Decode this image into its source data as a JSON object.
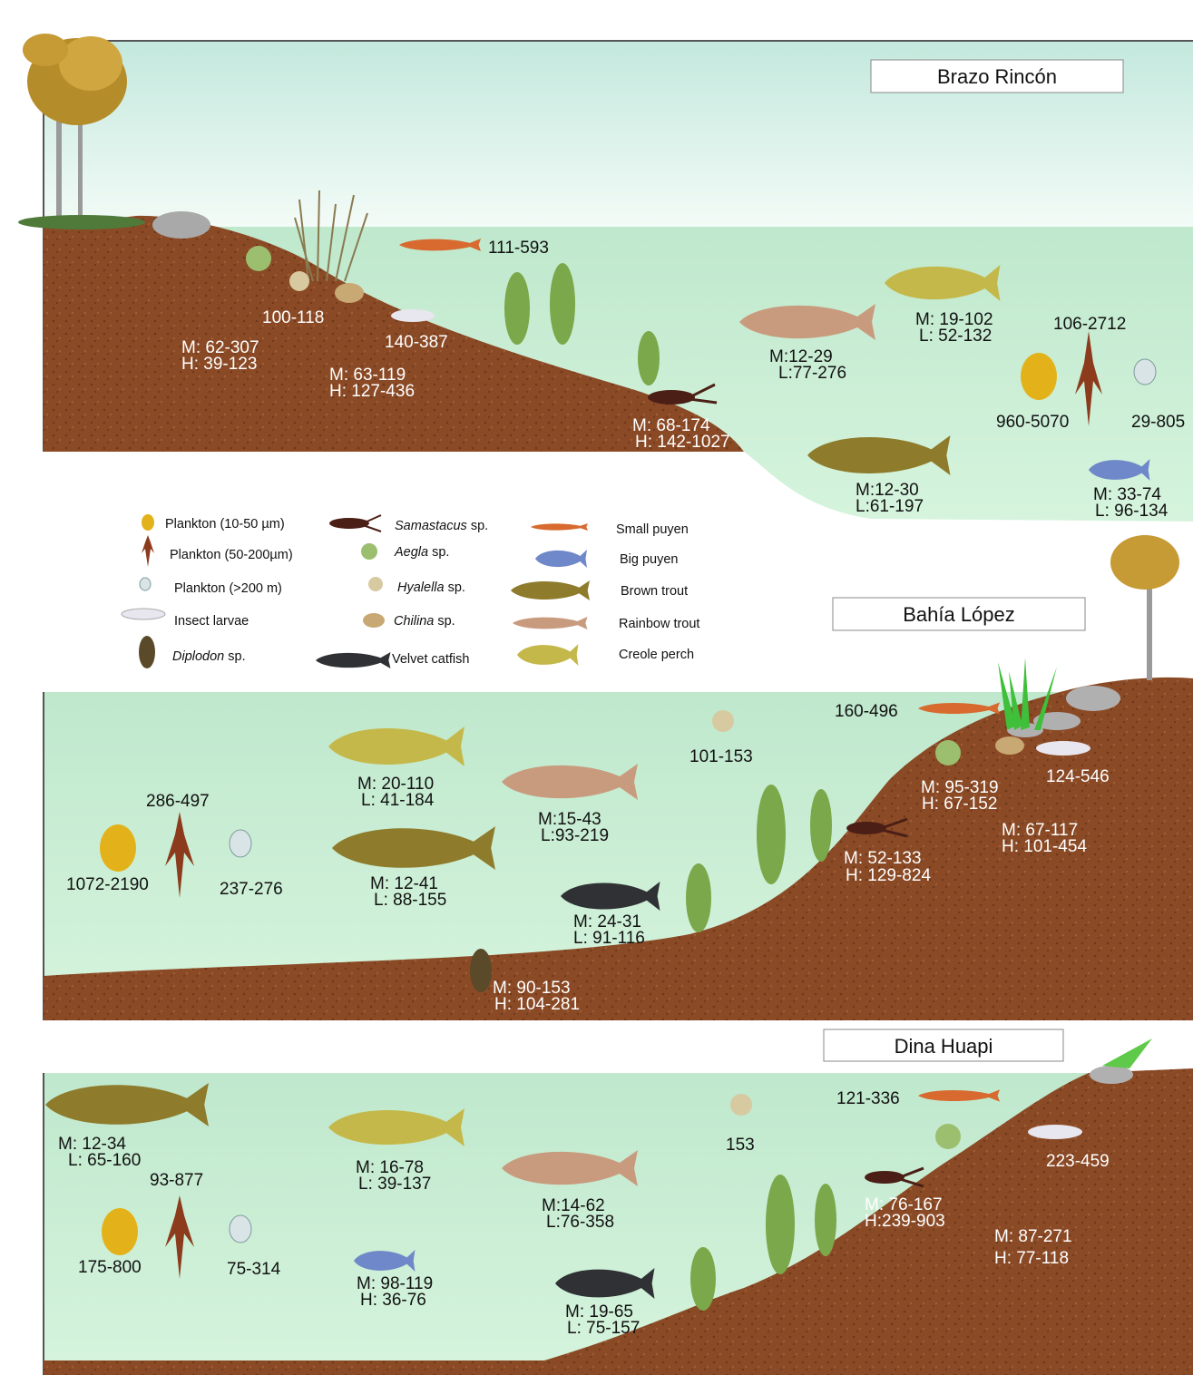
{
  "colors": {
    "water_top": "#c7ebd6",
    "water": "#c9f1cf",
    "soil": "#8b4a26",
    "soil_dark": "#6e3618",
    "sky": "#f2fbf8",
    "title_box": "#ffffff"
  },
  "panels": [
    {
      "title": "Brazo Rincón",
      "labels": [
        {
          "key": "small_puyen",
          "text": "111-593"
        },
        {
          "key": "aegla",
          "text": "100-118"
        },
        {
          "key": "aegla_mh1",
          "text": "M: 62-307"
        },
        {
          "key": "aegla_mh2",
          "text": "H: 39-123"
        },
        {
          "key": "larvae",
          "text": "140-387"
        },
        {
          "key": "chilina1",
          "text": "M: 63-119"
        },
        {
          "key": "chilina2",
          "text": "H: 127-436"
        },
        {
          "key": "samastacus1",
          "text": "M: 68-174"
        },
        {
          "key": "samastacus2",
          "text": "H: 142-1027"
        },
        {
          "key": "rainbow1",
          "text": "M:12-29"
        },
        {
          "key": "rainbow2",
          "text": "L:77-276"
        },
        {
          "key": "perch1",
          "text": "M: 19-102"
        },
        {
          "key": "perch2",
          "text": "L: 52-132"
        },
        {
          "key": "plk_mid",
          "text": "106-2712"
        },
        {
          "key": "plk_small",
          "text": "960-5070"
        },
        {
          "key": "plk_large",
          "text": "29-805"
        },
        {
          "key": "brown1",
          "text": "M:12-30"
        },
        {
          "key": "brown2",
          "text": "L:61-197"
        },
        {
          "key": "bigpuyen1",
          "text": "M: 33-74"
        },
        {
          "key": "bigpuyen2",
          "text": "L: 96-134"
        }
      ]
    },
    {
      "title": "Bahía López",
      "labels": [
        {
          "key": "small_puyen",
          "text": "160-496"
        },
        {
          "key": "hyalella",
          "text": "101-153"
        },
        {
          "key": "larvae",
          "text": "124-546"
        },
        {
          "key": "aegla1",
          "text": "M: 95-319"
        },
        {
          "key": "aegla2",
          "text": "H: 67-152"
        },
        {
          "key": "chilina1",
          "text": "M: 67-117"
        },
        {
          "key": "chilina2",
          "text": "H: 101-454"
        },
        {
          "key": "samastacus1",
          "text": "M: 52-133"
        },
        {
          "key": "samastacus2",
          "text": "H: 129-824"
        },
        {
          "key": "perch1",
          "text": "M: 20-110"
        },
        {
          "key": "perch2",
          "text": "L: 41-184"
        },
        {
          "key": "rainbow1",
          "text": "M:15-43"
        },
        {
          "key": "rainbow2",
          "text": "L:93-219"
        },
        {
          "key": "plk_mid",
          "text": "286-497"
        },
        {
          "key": "plk_small",
          "text": "1072-2190"
        },
        {
          "key": "plk_large",
          "text": "237-276"
        },
        {
          "key": "brown1",
          "text": "M: 12-41"
        },
        {
          "key": "brown2",
          "text": "L: 88-155"
        },
        {
          "key": "catfish1",
          "text": "M: 24-31"
        },
        {
          "key": "catfish2",
          "text": "L: 91-116"
        },
        {
          "key": "diplodon1",
          "text": "M: 90-153"
        },
        {
          "key": "diplodon2",
          "text": "H: 104-281"
        }
      ]
    },
    {
      "title": "Dina Huapi",
      "labels": [
        {
          "key": "small_puyen",
          "text": "121-336"
        },
        {
          "key": "hyalella",
          "text": "153"
        },
        {
          "key": "larvae",
          "text": "223-459"
        },
        {
          "key": "brown1",
          "text": "M: 12-34"
        },
        {
          "key": "brown2",
          "text": "L: 65-160"
        },
        {
          "key": "plk_mid",
          "text": "93-877"
        },
        {
          "key": "plk_small",
          "text": "175-800"
        },
        {
          "key": "plk_large",
          "text": "75-314"
        },
        {
          "key": "perch1",
          "text": "M: 16-78"
        },
        {
          "key": "perch2",
          "text": "L: 39-137"
        },
        {
          "key": "rainbow1",
          "text": "M:14-62"
        },
        {
          "key": "rainbow2",
          "text": "L:76-358"
        },
        {
          "key": "samastacus1",
          "text": "M: 76-167"
        },
        {
          "key": "samastacus2",
          "text": "H:239-903"
        },
        {
          "key": "chilina1",
          "text": "M: 87-271"
        },
        {
          "key": "chilina2",
          "text": "H: 77-118"
        },
        {
          "key": "bigpuyen1",
          "text": "M: 98-119"
        },
        {
          "key": "bigpuyen2",
          "text": "H: 36-76"
        },
        {
          "key": "catfish1",
          "text": "M: 19-65"
        },
        {
          "key": "catfish2",
          "text": "L: 75-157"
        }
      ]
    }
  ],
  "legend": [
    {
      "label": "Plankton (10-50 µm)",
      "italic": "",
      "suffix": ""
    },
    {
      "label": "Plankton (50-200µm)",
      "italic": "",
      "suffix": ""
    },
    {
      "label": "Plankton (>200 m)",
      "italic": "",
      "suffix": ""
    },
    {
      "label": "Insect larvae",
      "italic": "",
      "suffix": ""
    },
    {
      "label": "",
      "italic": "Diplodon",
      "suffix": " sp."
    },
    {
      "label": "",
      "italic": "Samastacus",
      "suffix": " sp."
    },
    {
      "label": "",
      "italic": "Aegla",
      "suffix": " sp."
    },
    {
      "label": "",
      "italic": "Hyalella",
      "suffix": "  sp."
    },
    {
      "label": "",
      "italic": "Chilina",
      "suffix": " sp."
    },
    {
      "label": "Velvet catfish",
      "italic": "",
      "suffix": ""
    },
    {
      "label": "Small puyen",
      "italic": "",
      "suffix": ""
    },
    {
      "label": "Big puyen",
      "italic": "",
      "suffix": ""
    },
    {
      "label": "Brown trout",
      "italic": "",
      "suffix": ""
    },
    {
      "label": "Rainbow trout",
      "italic": "",
      "suffix": ""
    },
    {
      "label": "Creole perch",
      "italic": "",
      "suffix": ""
    }
  ]
}
